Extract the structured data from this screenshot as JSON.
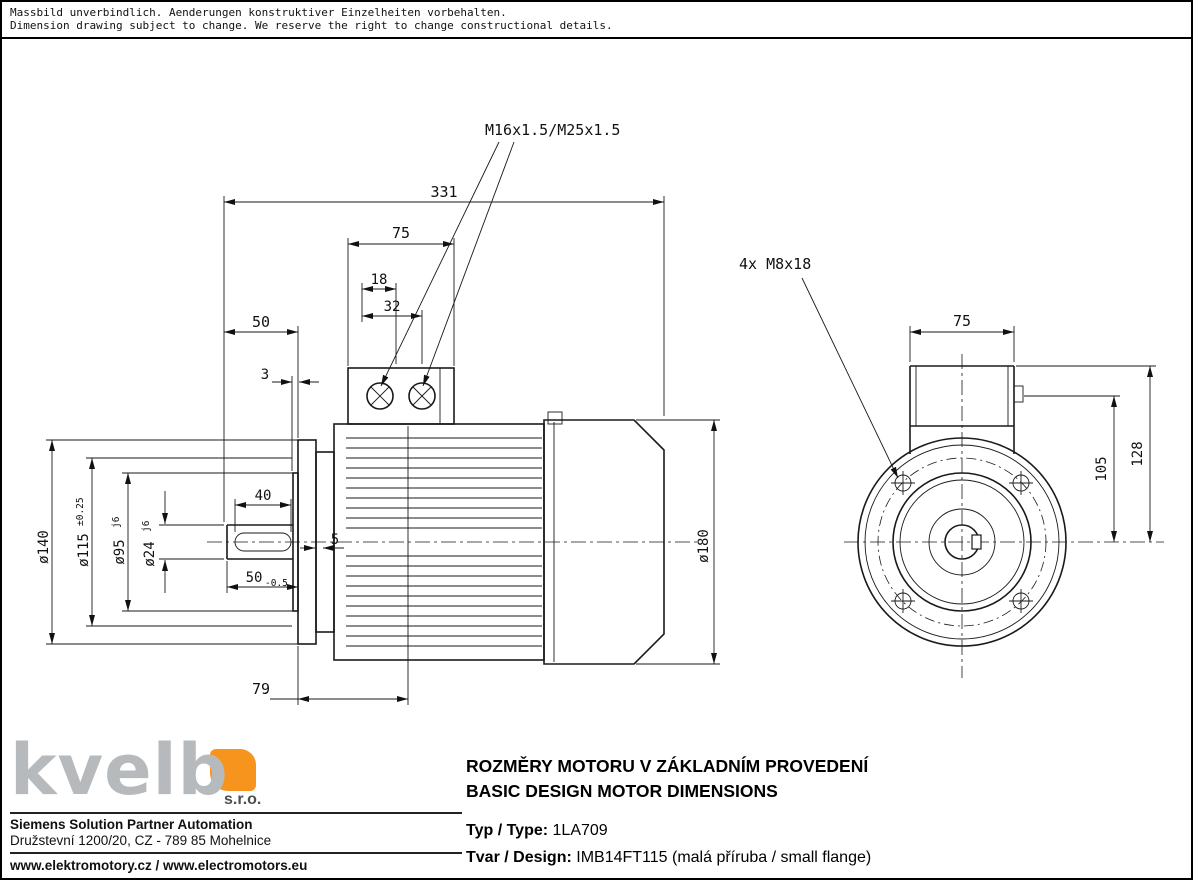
{
  "disclaimer": {
    "line1": "Massbild unverbindlich. Aenderungen konstruktiver Einzelheiten vorbehalten.",
    "line2": "Dimension drawing subject to change. We reserve the right to change constructional details."
  },
  "drawing": {
    "gland_label": "M16x1.5/M25x1.5",
    "bolt_label": "4x M8x18",
    "side_view": {
      "dim_overall_length": "331",
      "dim_box_width": "75",
      "dim_gland_offset": "18",
      "dim_gland_spacing": "32",
      "dim_shaft_length": "50",
      "dim_spigot_depth": "3",
      "dim_flange_od": "ø140",
      "dim_bolt_circle": "ø115",
      "dim_bolt_circle_tol": "±0.25",
      "dim_spigot_dia": "ø95",
      "dim_spigot_tol": "j6",
      "dim_shaft_dia": "ø24",
      "dim_shaft_tol": "j6",
      "dim_key_length": "40",
      "dim_shaft_ext": "50",
      "dim_shaft_ext_tol": "-0.5",
      "dim_flange_lip": "5",
      "dim_box_center": "79",
      "dim_cowl_dia": "ø180"
    },
    "front_view": {
      "dim_box_width": "75",
      "dim_center_to_gland": "105",
      "dim_center_to_top": "128"
    }
  },
  "footer": {
    "logo_name": "kvelb",
    "logo_suffix": "s.r.o.",
    "partner_line": "Siemens Solution Partner Automation",
    "address_line": "Družstevní 1200/20, CZ - 789 85 Mohelnice",
    "websites": "www.elektromotory.cz / www.electromotors.eu"
  },
  "title_block": {
    "title_cs": "ROZMĚRY MOTORU V ZÁKLADNÍM PROVEDENÍ",
    "title_en": "BASIC DESIGN MOTOR DIMENSIONS",
    "type_label": "Typ / Type:",
    "type_value": " 1LA709",
    "design_label": "Tvar / Design:",
    "design_value": " IMB14FT115 (malá příruba / small flange)"
  },
  "colors": {
    "accent_orange": "#f7941e",
    "logo_gray": "#b6babd",
    "line_black": "#1a1a1a"
  }
}
